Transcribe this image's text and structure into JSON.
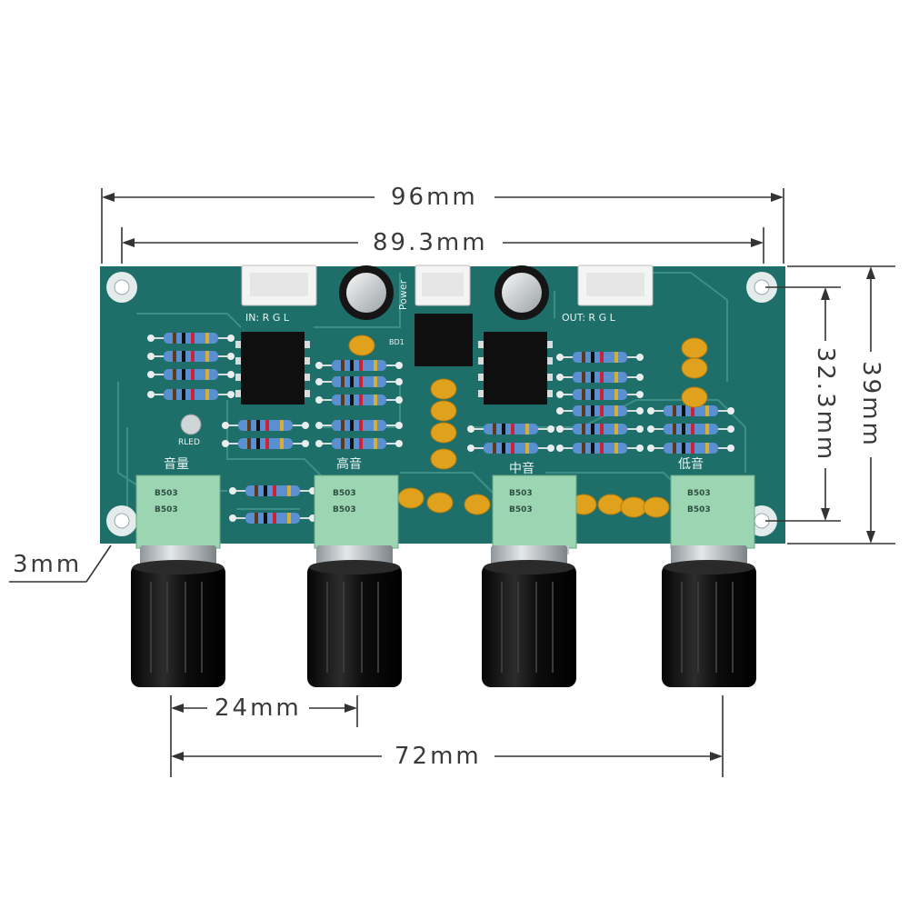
{
  "dimensions": {
    "overall_width": "96mm",
    "hole_spacing_width": "89.3mm",
    "overall_height": "39mm",
    "hole_spacing_height": "32.3mm",
    "knob_offset": "3mm",
    "knob_spacing": "24mm",
    "knob_span": "72mm"
  },
  "silkscreen": {
    "input_label": "IN: R  G  L",
    "output_label": "OUT: R  G  L",
    "power_label": "Power",
    "led_label": "RLED",
    "bridge_label": "BD1",
    "pot_labels": [
      "音量",
      "高音",
      "中音",
      "低音"
    ],
    "pot_code_1": "B503",
    "pot_code_2": "B503"
  },
  "colors": {
    "board": "#1e6f69",
    "board_dark": "#14554f",
    "trace": "#3c8f87",
    "pot_green": "#9cd5b2",
    "knob": "#141414",
    "capacitor": "#e0a21c",
    "dimension_line": "#333333"
  }
}
